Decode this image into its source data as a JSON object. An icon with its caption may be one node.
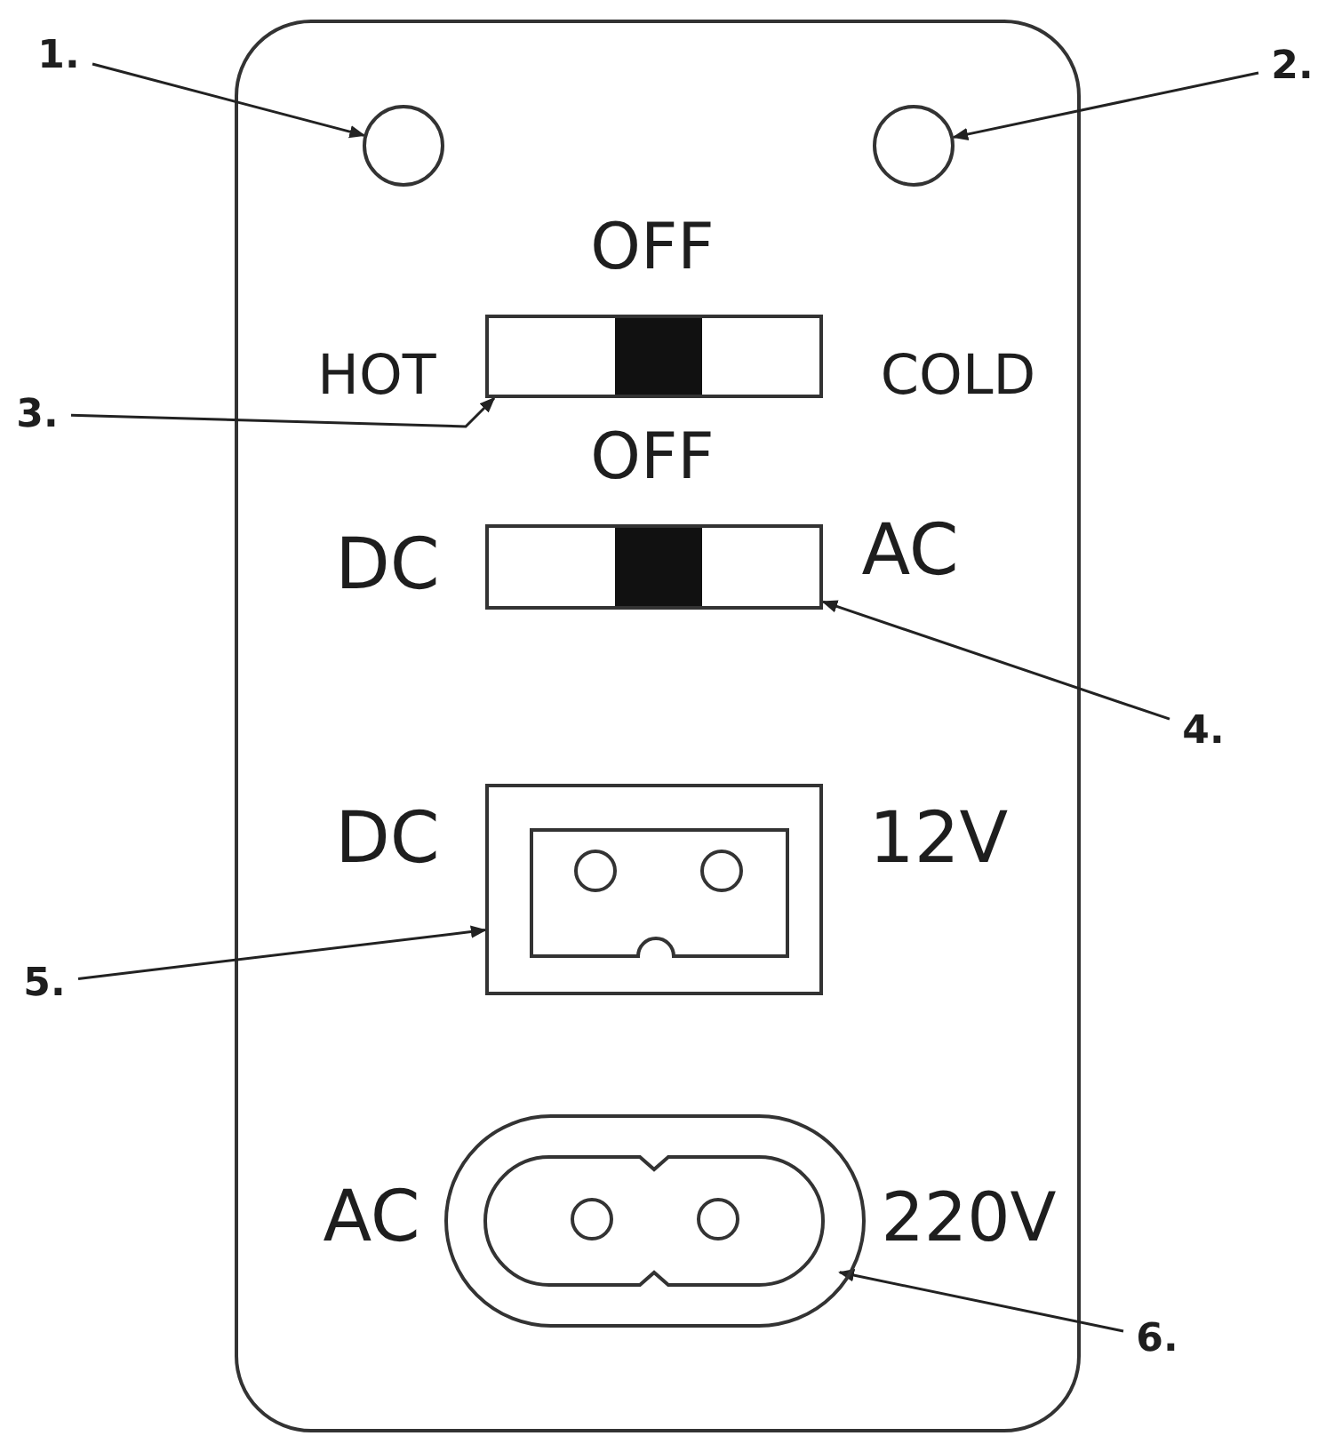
{
  "diagram": {
    "nodes": [
      {
        "text": [
          "1."
        ]
      },
      {
        "text": [
          "2."
        ]
      },
      {
        "text": [
          "3."
        ]
      },
      {
        "text": [
          "4."
        ]
      },
      {
        "text": [
          "5."
        ]
      },
      {
        "text": [
          "6."
        ]
      },
      {
        "text": [],
        "shape": "circle"
      },
      {
        "text": [],
        "shape": "circle"
      },
      {
        "text": [],
        "shape": "box"
      },
      {
        "text": [],
        "shape": "box"
      },
      {
        "text": [],
        "shape": "box"
      },
      {
        "text": [],
        "shape": "oval"
      }
    ],
    "edges": [
      {
        "from": 0,
        "to": 6,
        "arrow": "to"
      },
      {
        "from": 1,
        "to": 7,
        "arrow": "to"
      },
      {
        "from": 2,
        "to": 8,
        "arrow": "to"
      },
      {
        "from": 3,
        "to": 9,
        "arrow": "to"
      },
      {
        "from": 4,
        "to": 10,
        "arrow": "to"
      },
      {
        "from": 5,
        "to": 11,
        "arrow": "to"
      }
    ],
    "labels": [
      "OFF",
      "HOT",
      "COLD",
      "OFF",
      "DC",
      "AC",
      "DC",
      "12V",
      "AC",
      "220V"
    ]
  }
}
